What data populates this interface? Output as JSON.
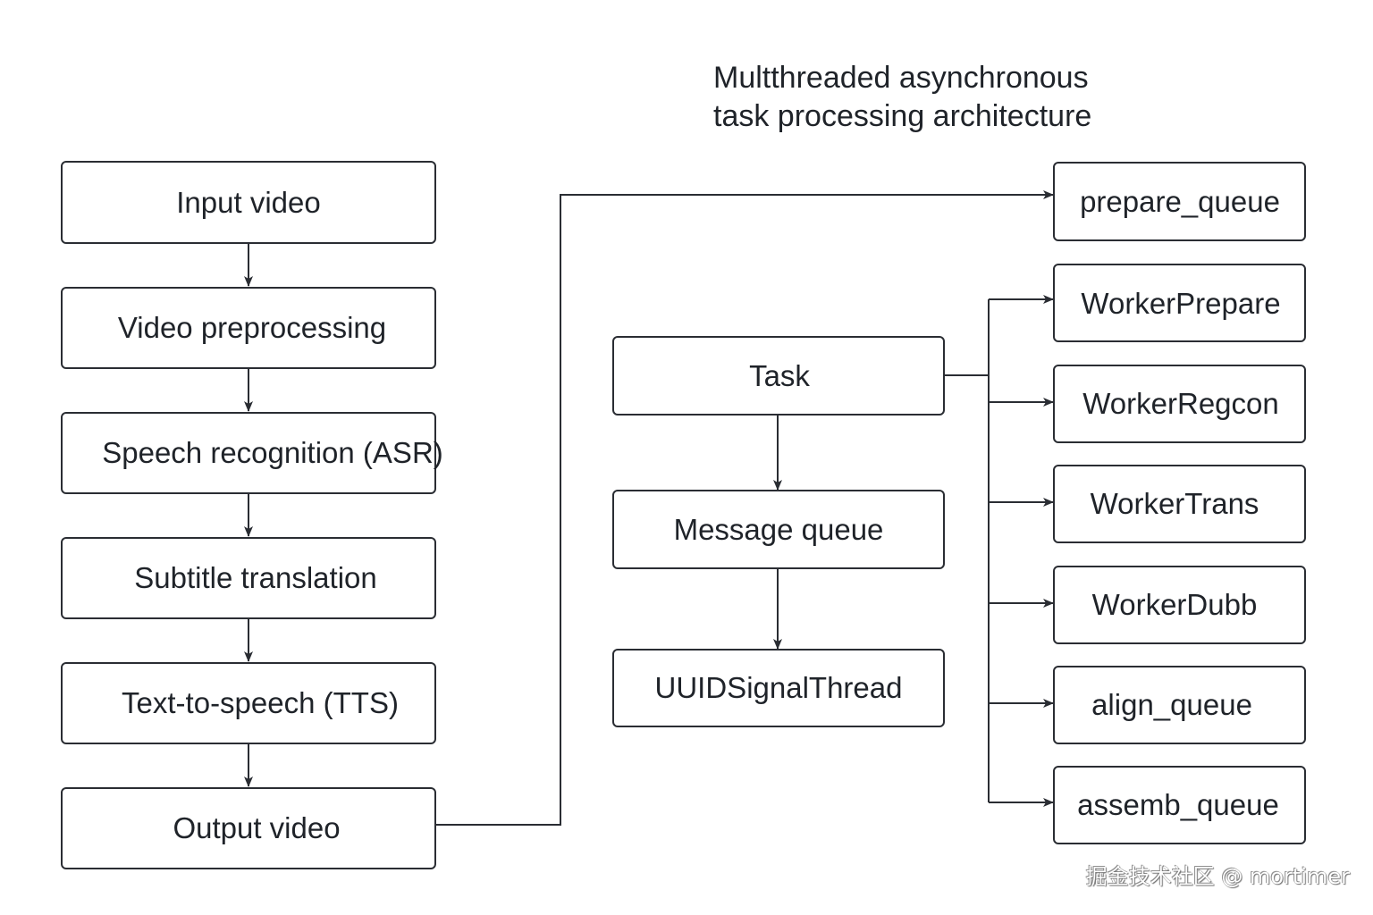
{
  "title": {
    "line1": "Multthreaded asynchronous",
    "line2": "task processing architecture"
  },
  "pipeline": {
    "nodes": [
      {
        "id": "input-video",
        "label": "Input video"
      },
      {
        "id": "video-preprocessing",
        "label": "Video preprocessing"
      },
      {
        "id": "speech-recognition",
        "label": "Speech recognition (ASR)"
      },
      {
        "id": "subtitle-translation",
        "label": "Subtitle translation"
      },
      {
        "id": "text-to-speech",
        "label": "Text-to-speech (TTS)"
      },
      {
        "id": "output-video",
        "label": "Output video"
      }
    ]
  },
  "core": {
    "nodes": [
      {
        "id": "task",
        "label": "Task"
      },
      {
        "id": "message-queue",
        "label": "Message queue"
      },
      {
        "id": "uuid-signal-thread",
        "label": "UUIDSignalThread"
      }
    ]
  },
  "queues": {
    "nodes": [
      {
        "id": "prepare-queue",
        "label": "prepare_queue"
      },
      {
        "id": "worker-prepare",
        "label": "WorkerPrepare"
      },
      {
        "id": "worker-regcon",
        "label": "WorkerRegcon"
      },
      {
        "id": "worker-trans",
        "label": "WorkerTrans"
      },
      {
        "id": "worker-dubb",
        "label": "WorkerDubb"
      },
      {
        "id": "align-queue",
        "label": "align_queue"
      },
      {
        "id": "assemb-queue",
        "label": "assemb_queue"
      }
    ]
  },
  "edges": [
    {
      "from": "input-video",
      "to": "video-preprocessing"
    },
    {
      "from": "video-preprocessing",
      "to": "speech-recognition"
    },
    {
      "from": "speech-recognition",
      "to": "subtitle-translation"
    },
    {
      "from": "subtitle-translation",
      "to": "text-to-speech"
    },
    {
      "from": "text-to-speech",
      "to": "output-video"
    },
    {
      "from": "output-video",
      "to": "prepare-queue"
    },
    {
      "from": "task",
      "to": "message-queue"
    },
    {
      "from": "message-queue",
      "to": "uuid-signal-thread"
    },
    {
      "from": "task",
      "to": "worker-prepare"
    },
    {
      "from": "task",
      "to": "worker-regcon"
    },
    {
      "from": "task",
      "to": "worker-trans"
    },
    {
      "from": "task",
      "to": "worker-dubb"
    },
    {
      "from": "task",
      "to": "align-queue"
    },
    {
      "from": "task",
      "to": "assemb-queue"
    }
  ],
  "watermark": "掘金技术社区 @ mortimer"
}
